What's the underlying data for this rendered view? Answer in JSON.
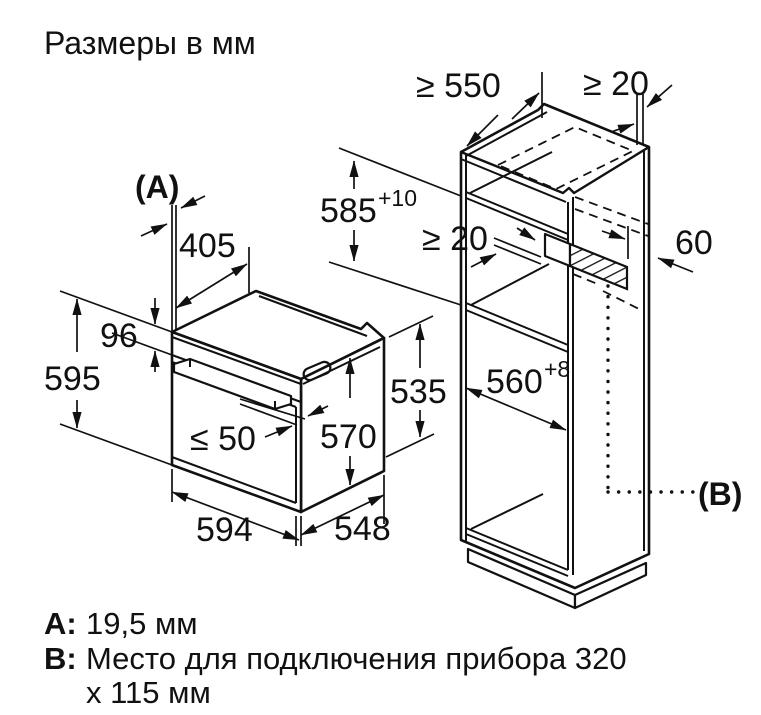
{
  "title": "Размеры в мм",
  "callouts": {
    "a": "(A)",
    "b": "(B)"
  },
  "dimensions": {
    "oven": {
      "top_depth": "405",
      "control_panel_height": "96",
      "front_height": "595",
      "door_clearance": "≤ 50",
      "body_height": "570",
      "front_width": "594",
      "body_depth": "548",
      "rear_height": "535"
    },
    "cabinet": {
      "min_depth": "≥ 550",
      "top_rear_gap": "≥ 20",
      "niche_height": "585",
      "niche_height_tolerance": "+10",
      "shelf_rear_gap": "≥ 20",
      "rear_strip_offset": "60",
      "niche_width": "560",
      "niche_width_tolerance": "+8"
    }
  },
  "legend": {
    "a_key": "A:",
    "a_value": "19,5 мм",
    "b_key": "B:",
    "b_value_line1": "Место для подключения прибора 320",
    "b_value_line2": "х 115 мм"
  }
}
